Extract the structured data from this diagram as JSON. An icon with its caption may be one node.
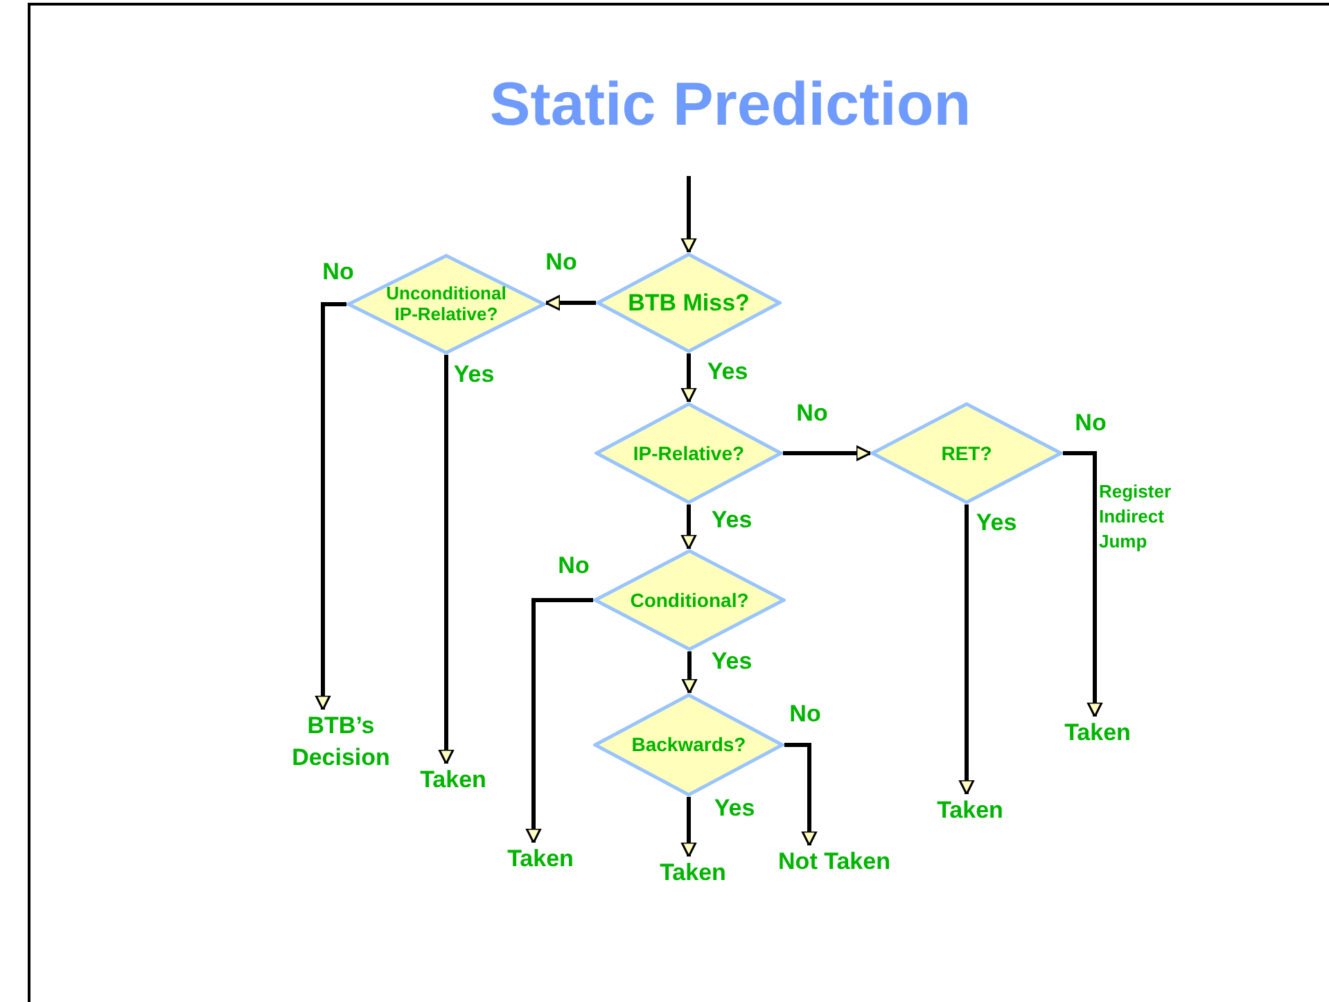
{
  "diagram": {
    "title": "Static Prediction",
    "nodes": [
      {
        "text": [
          "BTB Miss?"
        ]
      },
      {
        "text": [
          "Unconditional IP-Relative?"
        ]
      },
      {
        "text": [
          "IP-Relative?"
        ]
      },
      {
        "text": [
          "RET?"
        ]
      },
      {
        "text": [
          "Conditional?"
        ]
      },
      {
        "text": [
          "Backwards?"
        ]
      },
      {
        "text": [
          "BTB’s Decision"
        ]
      },
      {
        "text": [
          "Taken"
        ]
      },
      {
        "text": [
          "Taken"
        ]
      },
      {
        "text": [
          "Taken"
        ]
      },
      {
        "text": [
          "Not Taken"
        ]
      },
      {
        "text": [
          "Taken"
        ]
      },
      {
        "text": [
          "Taken"
        ]
      }
    ],
    "edges": [
      {
        "from": null,
        "to": 0,
        "arrow": "to"
      },
      {
        "from": 0,
        "to": 1,
        "arrow": "to",
        "label": "No"
      },
      {
        "from": 1,
        "to": 6,
        "arrow": "to",
        "label": "No"
      },
      {
        "from": 1,
        "to": 7,
        "arrow": "to",
        "label": "Yes"
      },
      {
        "from": 0,
        "to": 2,
        "arrow": "to",
        "label": "Yes"
      },
      {
        "from": 2,
        "to": 3,
        "arrow": "to",
        "label": "No"
      },
      {
        "from": 3,
        "to": 11,
        "arrow": "to",
        "label": "Yes"
      },
      {
        "from": 3,
        "to": 12,
        "arrow": "to",
        "label": "No"
      },
      {
        "from": 2,
        "to": 4,
        "arrow": "to",
        "label": "Yes"
      },
      {
        "from": 4,
        "to": 8,
        "arrow": "to",
        "label": "No"
      },
      {
        "from": 4,
        "to": 5,
        "arrow": "to",
        "label": "Yes"
      },
      {
        "from": 5,
        "to": 9,
        "arrow": "to",
        "label": "Yes"
      },
      {
        "from": 5,
        "to": 10,
        "arrow": "to",
        "label": "No"
      }
    ],
    "labels": [
      "Register Indirect Jump"
    ]
  }
}
